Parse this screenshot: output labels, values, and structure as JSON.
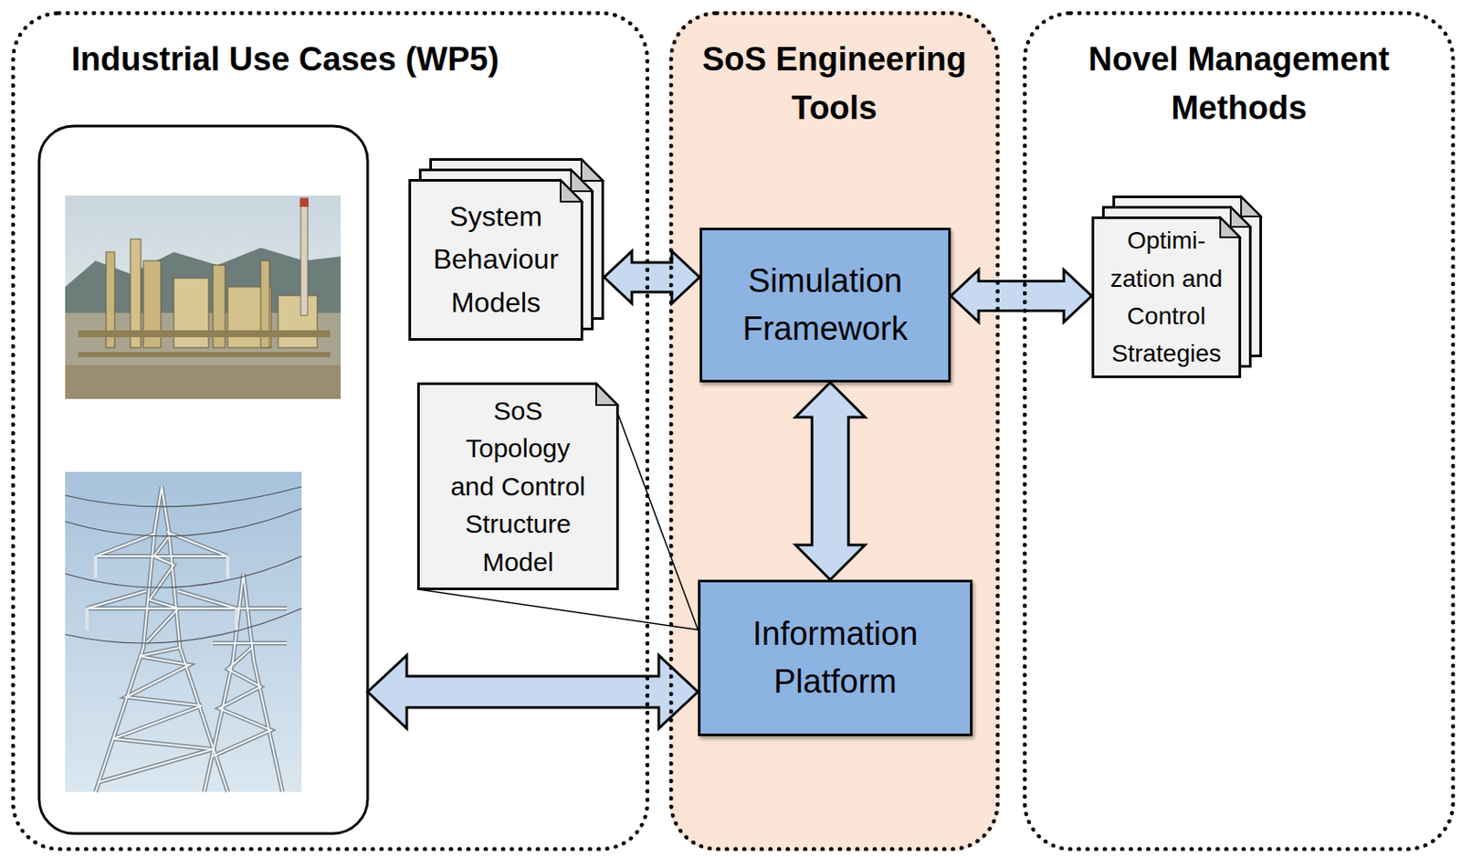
{
  "diagram": {
    "nodes": [
      {
        "text": [
          "Industrial Use Cases (WP5)"
        ]
      },
      {
        "text": [
          "SoS Engineering Tools"
        ]
      },
      {
        "text": [
          "Novel Management Methods"
        ]
      },
      {
        "text": [
          "System Behaviour Models"
        ],
        "in": 0
      },
      {
        "text": [
          "SoS Topology and Control Structure Model"
        ],
        "in": 0
      },
      {
        "text": [
          "Simulation Framework"
        ],
        "in": 1
      },
      {
        "text": [
          "Information Platform"
        ],
        "in": 1
      },
      {
        "text": [
          "Optimi- zation and Control Strategies"
        ],
        "in": 2
      }
    ],
    "edges": [
      {
        "from": 3,
        "to": 5,
        "arrow": "both"
      },
      {
        "from": 5,
        "to": 7,
        "arrow": "both"
      },
      {
        "from": 5,
        "to": 6,
        "arrow": "both"
      },
      {
        "from": 4,
        "to": 6,
        "arrow": "none"
      }
    ]
  }
}
